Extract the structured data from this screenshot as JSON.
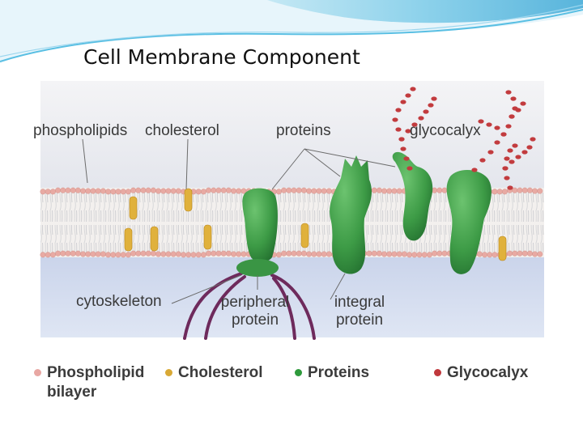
{
  "slide": {
    "title": "Cell Membrane Component"
  },
  "diagram": {
    "labels": {
      "phospholipids": "phospholipids",
      "cholesterol": "cholesterol",
      "proteins": "proteins",
      "glycocalyx": "glycocalyx",
      "cytoskeleton": "cytoskeleton",
      "peripheral_1": "peripheral",
      "peripheral_2": "protein",
      "integral_1": "integral",
      "integral_2": "protein"
    }
  },
  "legend": {
    "items": [
      {
        "label": "Phospholipid",
        "label2": "bilayer",
        "color": "#e8a7a3"
      },
      {
        "label": "Cholesterol",
        "color": "#d9a935"
      },
      {
        "label": "Proteins",
        "color": "#2e9a3c"
      },
      {
        "label": "Glycocalyx",
        "color": "#c0383c"
      }
    ]
  },
  "colors": {
    "protein": "#3f9f48",
    "cholesterol": "#e0b13c",
    "lipid_head": "#e8aaa3",
    "glycocalyx": "#c23b3e",
    "cytoskeleton": "#6e2a5c",
    "accent_wave": "#3fb4dd"
  }
}
